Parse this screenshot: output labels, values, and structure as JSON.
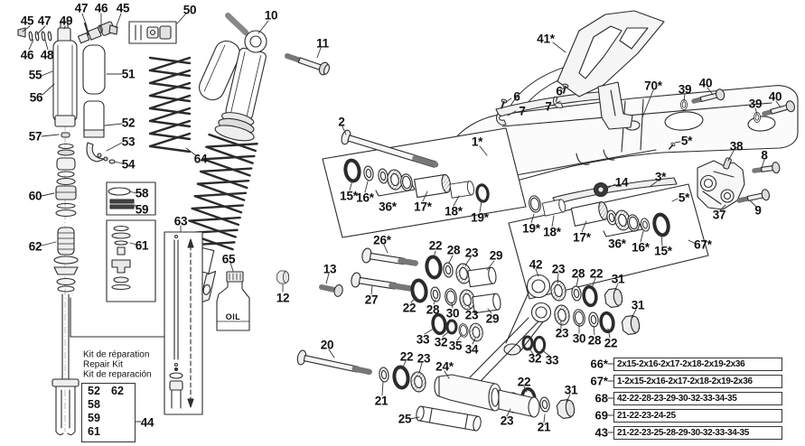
{
  "callouts": [
    {
      "t": "45"
    },
    {
      "t": "47"
    },
    {
      "t": "49"
    },
    {
      "t": "47"
    },
    {
      "t": "46"
    },
    {
      "t": "45"
    },
    {
      "t": "50"
    },
    {
      "t": "46"
    },
    {
      "t": "48"
    },
    {
      "t": "55"
    },
    {
      "t": "56"
    },
    {
      "t": "51"
    },
    {
      "t": "57"
    },
    {
      "t": "52"
    },
    {
      "t": "53"
    },
    {
      "t": "54"
    },
    {
      "t": "60"
    },
    {
      "t": "58"
    },
    {
      "t": "59"
    },
    {
      "t": "62"
    },
    {
      "t": "61"
    },
    {
      "t": "64"
    },
    {
      "t": "63"
    },
    {
      "t": "65"
    },
    {
      "t": "10"
    },
    {
      "t": "11"
    },
    {
      "t": "2"
    },
    {
      "t": "12"
    },
    {
      "t": "13"
    },
    {
      "t": "1*"
    },
    {
      "t": "41*"
    },
    {
      "t": "6"
    },
    {
      "t": "7"
    },
    {
      "t": "6"
    },
    {
      "t": "7"
    },
    {
      "t": "70*"
    },
    {
      "t": "39"
    },
    {
      "t": "40"
    },
    {
      "t": "39"
    },
    {
      "t": "40"
    },
    {
      "t": "5*"
    },
    {
      "t": "38"
    },
    {
      "t": "8"
    },
    {
      "t": "14"
    },
    {
      "t": "3*"
    },
    {
      "t": "5*"
    },
    {
      "t": "37"
    },
    {
      "t": "9"
    },
    {
      "t": "15*"
    },
    {
      "t": "16*"
    },
    {
      "t": "36*"
    },
    {
      "t": "17*"
    },
    {
      "t": "18*"
    },
    {
      "t": "19*"
    },
    {
      "t": "19*"
    },
    {
      "t": "18*"
    },
    {
      "t": "17*"
    },
    {
      "t": "36*"
    },
    {
      "t": "16*"
    },
    {
      "t": "15*"
    },
    {
      "t": "67*"
    },
    {
      "t": "26*"
    },
    {
      "t": "27"
    },
    {
      "t": "22"
    },
    {
      "t": "28"
    },
    {
      "t": "23"
    },
    {
      "t": "29"
    },
    {
      "t": "42"
    },
    {
      "t": "22"
    },
    {
      "t": "28"
    },
    {
      "t": "30"
    },
    {
      "t": "23"
    },
    {
      "t": "29"
    },
    {
      "t": "33"
    },
    {
      "t": "32"
    },
    {
      "t": "35"
    },
    {
      "t": "34"
    },
    {
      "t": "23"
    },
    {
      "t": "28"
    },
    {
      "t": "22"
    },
    {
      "t": "31"
    },
    {
      "t": "23"
    },
    {
      "t": "30"
    },
    {
      "t": "28"
    },
    {
      "t": "22"
    },
    {
      "t": "31"
    },
    {
      "t": "32"
    },
    {
      "t": "33"
    },
    {
      "t": "20"
    },
    {
      "t": "21"
    },
    {
      "t": "22"
    },
    {
      "t": "23"
    },
    {
      "t": "24*"
    },
    {
      "t": "25"
    },
    {
      "t": "23"
    },
    {
      "t": "22"
    },
    {
      "t": "21"
    },
    {
      "t": "31"
    },
    {
      "t": "44"
    }
  ],
  "oil": {
    "label": "OIL"
  },
  "kit": {
    "titles": [
      "Kit de réparation",
      "Repair Kit",
      "Kit de reparación"
    ],
    "numbers": [
      "52",
      "58",
      "59",
      "61",
      "62"
    ]
  },
  "table": {
    "rows": [
      {
        "ref": "66*",
        "parts": "2x15-2x16-2x17-2x18-2x19-2x36"
      },
      {
        "ref": "67*",
        "parts": "1-2x15-2x16-2x17-2x18-2x19-2x36"
      },
      {
        "ref": "68",
        "parts": "42-22-28-23-29-30-32-33-34-35"
      },
      {
        "ref": "69",
        "parts": "21-22-23-24-25"
      },
      {
        "ref": "43",
        "parts": "21-22-23-25-28-29-30-32-33-34-35"
      }
    ]
  }
}
